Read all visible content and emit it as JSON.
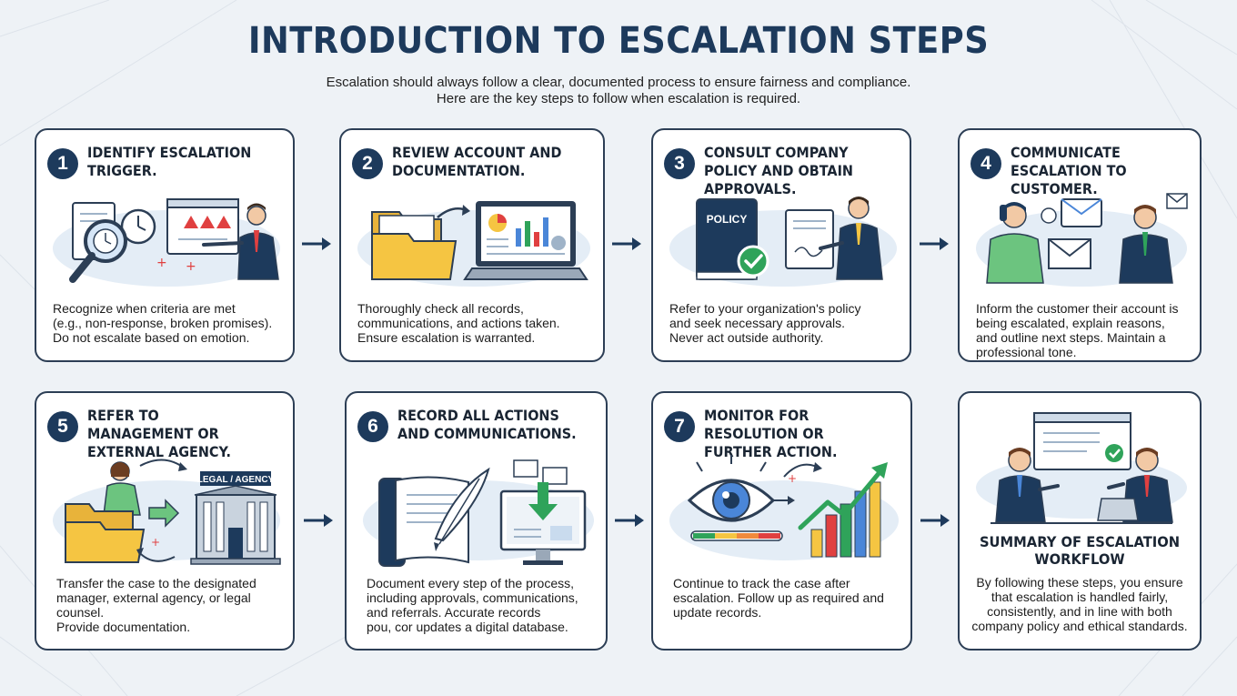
{
  "page": {
    "title": "INTRODUCTION TO ESCALATION STEPS",
    "subtitle_lines": [
      "Escalation should always follow a clear, documented process to ensure fairness and compliance.",
      "Here are the key steps to follow when escalation is required."
    ]
  },
  "colors": {
    "title": "#1d3a5c",
    "badge": "#1d3a5c",
    "card_border": "#2c3e55",
    "folder": "#f5c542",
    "success": "#2fa35a",
    "alert": "#e04040",
    "chart_blue": "#4a86d8"
  },
  "steps": [
    {
      "number": "1",
      "title": "Identify escalation trigger.",
      "icons": [
        "magnifier-clock-icon",
        "warning-icon",
        "presenter-icon"
      ],
      "text_lines": [
        "Recognize when criteria are met",
        "(e.g., non-response, broken promises).",
        "Do not escalate based on emotion."
      ]
    },
    {
      "number": "2",
      "title": "Review account and documentation.",
      "icons": [
        "folder-icon",
        "laptop-chart-icon"
      ],
      "text_lines": [
        "Thoroughly check all records,",
        "communications, and actions taken.",
        "Ensure escalation is warranted."
      ]
    },
    {
      "number": "3",
      "title": "Consult company policy and obtain approvals.",
      "policy_label": "POLICY",
      "icons": [
        "policy-book-icon",
        "check-icon",
        "signing-person-icon"
      ],
      "text_lines": [
        "Refer to your organization's policy",
        "and seek necessary approvals.",
        "Never act outside authority."
      ]
    },
    {
      "number": "4",
      "title": "Communicate escalation to customer.",
      "icons": [
        "phone-person-icon",
        "envelope-icon",
        "agent-icon"
      ],
      "text_lines": [
        "Inform the customer their account is",
        "being escalated, explain reasons,",
        "and outline next steps. Maintain a",
        "professional tone."
      ]
    },
    {
      "number": "5",
      "title": "Refer to management or external agency.",
      "building_label": "LEGAL / AGENCY",
      "icons": [
        "folder-handoff-icon",
        "building-icon"
      ],
      "text_lines": [
        "Transfer the case to the designated",
        "manager, external agency, or legal",
        "counsel.",
        "Provide documentation."
      ]
    },
    {
      "number": "6",
      "title": "Record all actions and communications.",
      "icons": [
        "ledger-quill-icon",
        "monitor-download-icon"
      ],
      "text_lines": [
        "Document every step of the process,",
        "including approvals, communications,",
        "and referrals. Accurate records",
        "pou, ᴄor updates a digital database."
      ]
    },
    {
      "number": "7",
      "title": "Monitor for resolution or further action.",
      "icons": [
        "eye-icon",
        "growth-chart-icon"
      ],
      "text_lines": [
        "Continue to track the case after",
        "escalation. Follow up as required and",
        "update records."
      ]
    }
  ],
  "summary": {
    "title_lines": [
      "SUMMARY OF ESCALATION",
      "WORKFLOW"
    ],
    "icons": [
      "meeting-icon",
      "screen-check-icon"
    ],
    "text_lines": [
      "By following these steps, you ensure",
      "that escalation is handled fairly,",
      "consistently, and in line with both",
      "company policy and ethical standards."
    ]
  }
}
